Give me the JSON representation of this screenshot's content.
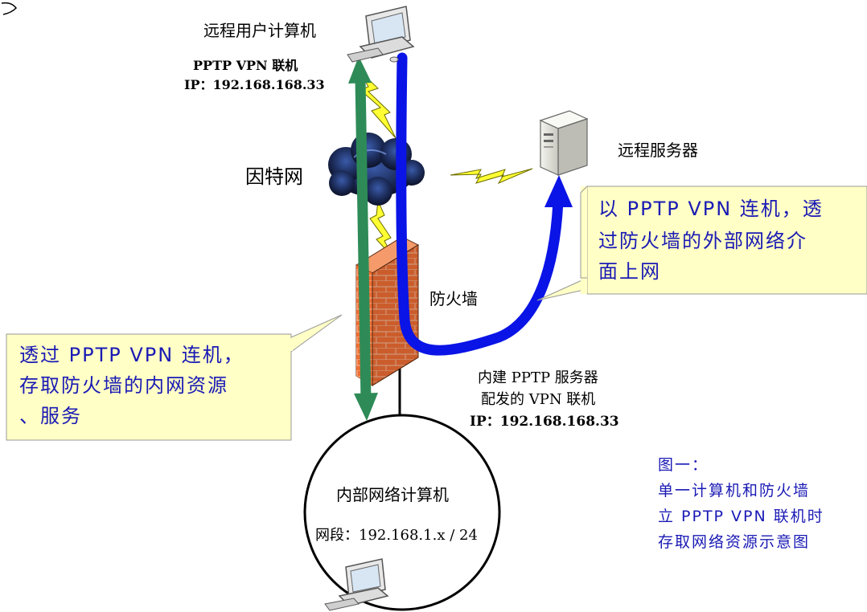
{
  "remote_user": {
    "title": "远程用户计算机",
    "vpn_line": "PPTP VPN 联机",
    "ip_line": "IP：192.168.168.33"
  },
  "internet": {
    "label": "因特网"
  },
  "remote_server": {
    "label": "远程服务器"
  },
  "firewall": {
    "label": "防火墙",
    "server_line1": "内建 PPTP 服务器",
    "server_line2": "配发的 VPN 联机",
    "server_ip": "IP：192.168.168.33"
  },
  "internal": {
    "title": "内部网络计算机",
    "segment": "网段：192.168.1.x / 24"
  },
  "callout_right": {
    "line1": "以 PPTP VPN 连机，透",
    "line2": "过防火墙的外部网络介",
    "line3": "面上网"
  },
  "callout_left": {
    "line1": "透过 PPTP VPN 连机，",
    "line2": "存取防火墙的内网资源",
    "line3": "、服务"
  },
  "caption": {
    "line1": "图一：",
    "line2": "单一计算机和防火墙",
    "line3": "立 PPTP VPN 联机时",
    "line4": "存取网络资源示意图"
  },
  "colors": {
    "callout_fill": "#ffffc6",
    "callout_text": "#1a1ab5",
    "green_arrow": "#2e8b57",
    "blue_arrow": "#0a14e6",
    "lightning": "#ffff33",
    "firewall": "#e8622a"
  },
  "icons": [
    "desktop-computer-icon",
    "cloud-icon",
    "server-tower-icon",
    "firewall-brick-icon",
    "lightning-bolt-icon"
  ]
}
